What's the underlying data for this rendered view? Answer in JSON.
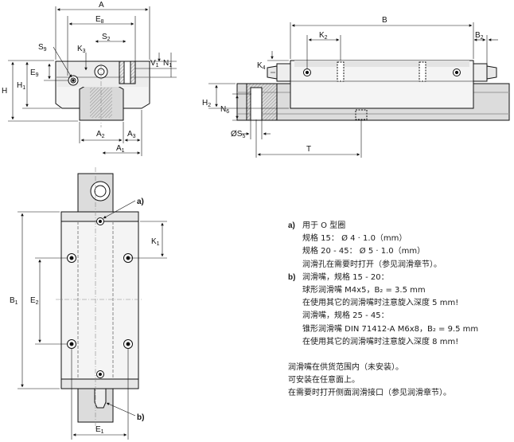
{
  "dims": {
    "front": {
      "A": "A",
      "E8": [
        "E",
        "8"
      ],
      "S9": [
        "S",
        "9"
      ],
      "K3": [
        "K",
        "3"
      ],
      "S2": [
        "S",
        "2"
      ],
      "H": "H",
      "H1": [
        "H",
        "1"
      ],
      "E9": [
        "E",
        "9"
      ],
      "V1": [
        "V",
        "1"
      ],
      "N1": [
        "N",
        "1"
      ],
      "A2": [
        "A",
        "2"
      ],
      "A3": [
        "A",
        "3"
      ],
      "A1": [
        "A",
        "1"
      ]
    },
    "side": {
      "B": "B",
      "K2": [
        "K",
        "2"
      ],
      "B2": [
        "B",
        "2"
      ],
      "K4": [
        "K",
        "4"
      ],
      "H2": [
        "H",
        "2"
      ],
      "N6": [
        "N",
        "6"
      ],
      "S5": [
        "ØS",
        "5"
      ],
      "T": "T"
    },
    "top": {
      "a": "a)",
      "b": "b)",
      "K1": [
        "K",
        "1"
      ],
      "B1": [
        "B",
        "1"
      ],
      "E2": [
        "E",
        "2"
      ],
      "E1": [
        "E",
        "1"
      ]
    }
  },
  "notes": {
    "a": {
      "tag": "a)",
      "lines": [
        "用于 O 型圈",
        "规格 15： Ø 4 · 1.0（mm）",
        "规格 20 - 45： Ø 5 · 1.0（mm）",
        "润滑孔在需要时打开（参见润滑章节）。"
      ]
    },
    "b": {
      "tag": "b)",
      "lines": [
        "润滑嘴，规格 15 - 20：",
        "球形润滑嘴 M4x5，B₂ = 3.5 mm",
        "在使用其它的润滑嘴时注意旋入深度 5 mm!",
        "润滑嘴，规格 25 - 45：",
        "锥形润滑嘴 DIN 71412-A M6x8，B₂ = 9.5 mm",
        "在使用其它的润滑嘴时注意旋入深度 8 mm!"
      ]
    },
    "footer": [
      "润滑嘴在供货范围内（未安装）。",
      "可安装在任意面上。",
      "在需要时打开侧面润滑接口（参见润滑章节）。"
    ]
  }
}
